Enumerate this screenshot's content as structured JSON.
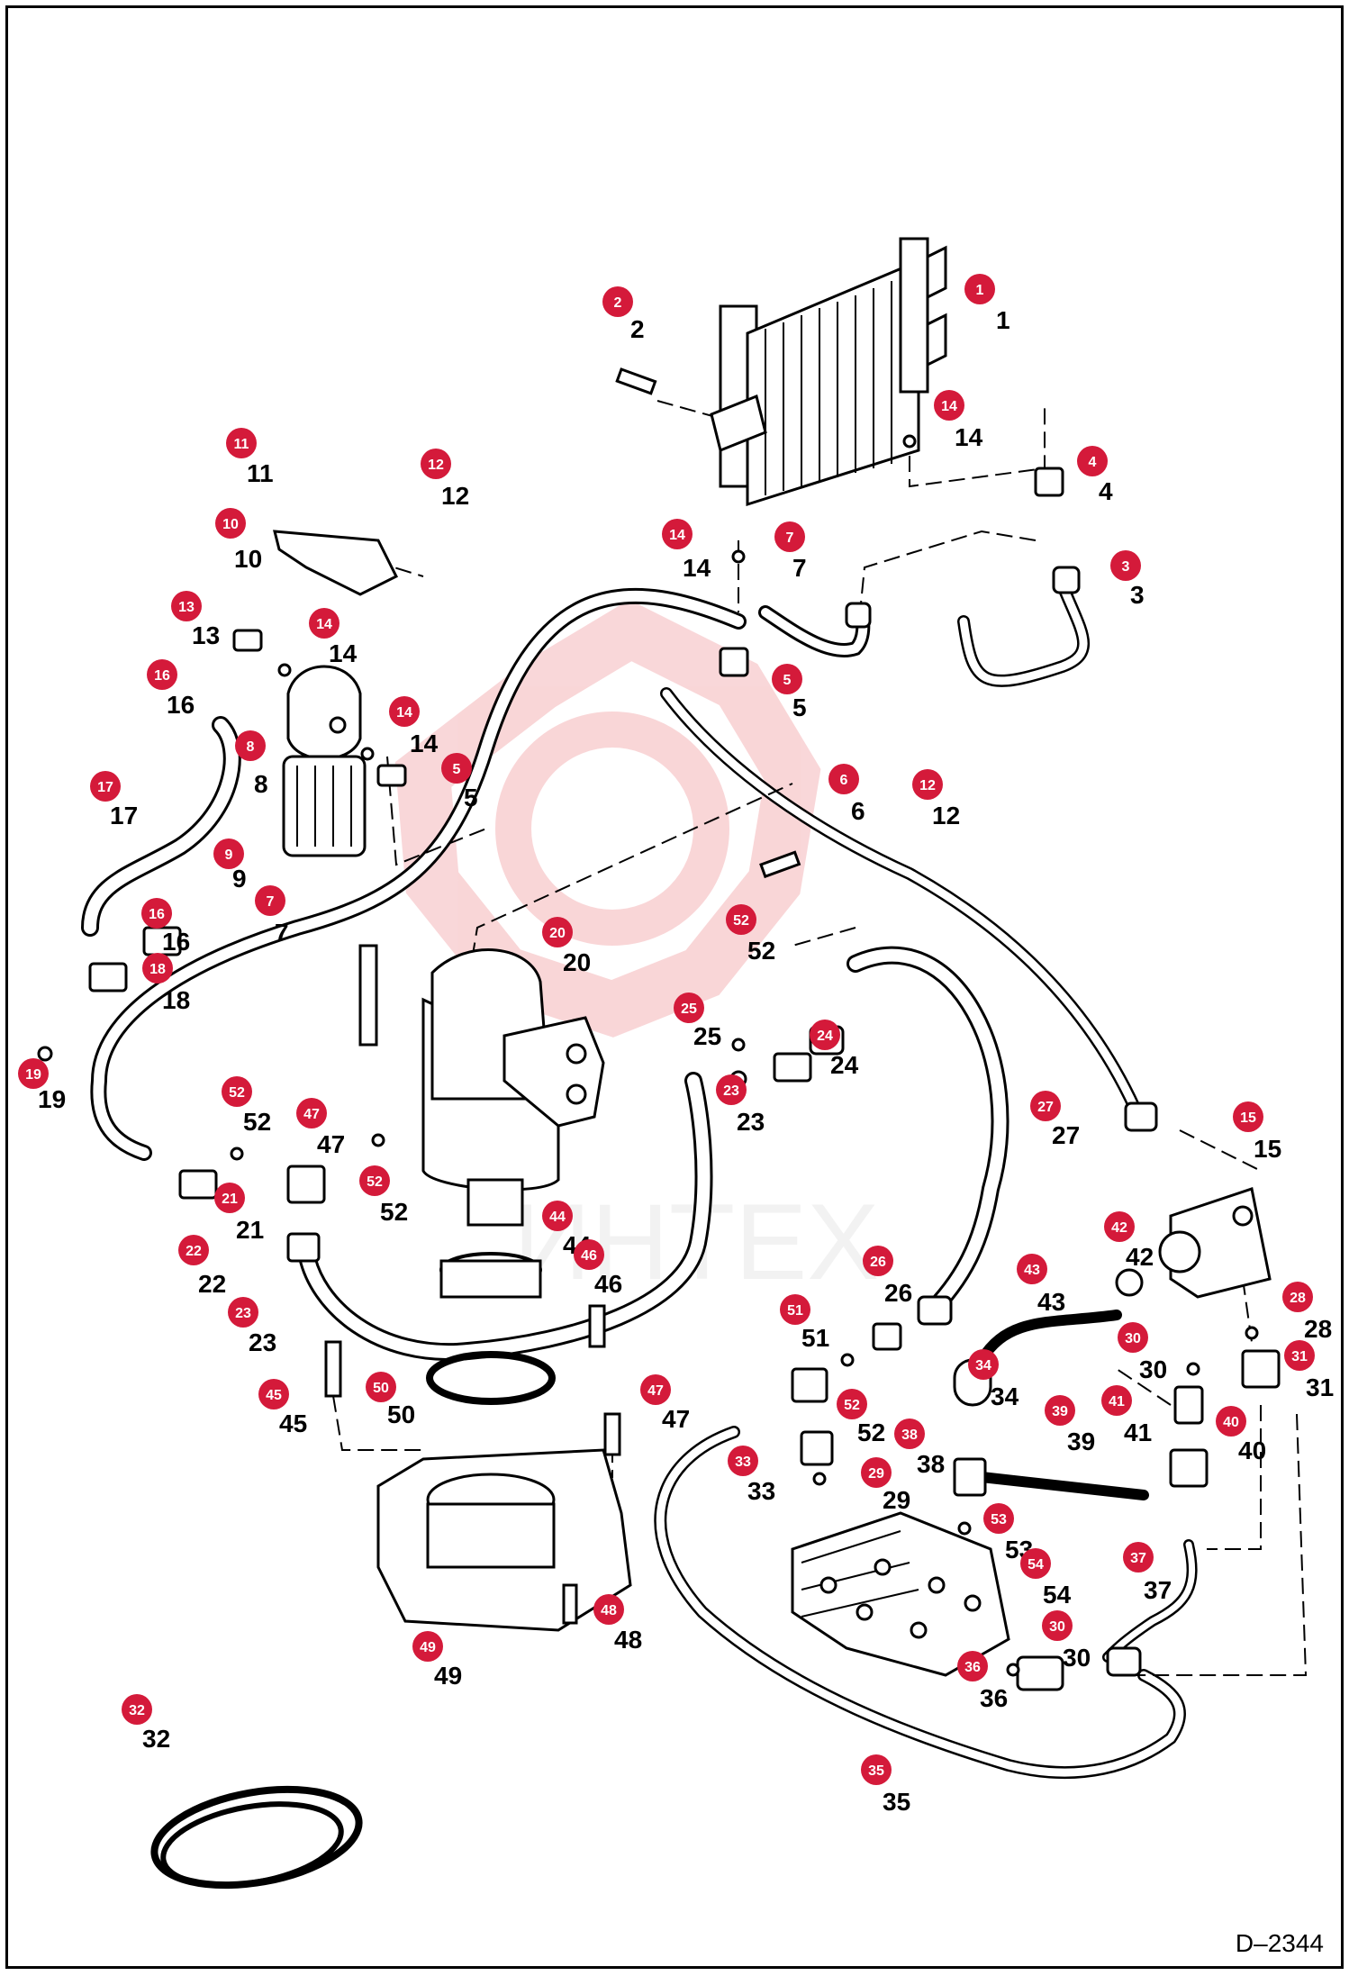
{
  "diagram": {
    "drawing_number": "D–2344",
    "callouts": [
      {
        "id": "1",
        "label": "1"
      },
      {
        "id": "2",
        "label": "2"
      },
      {
        "id": "3",
        "label": "3"
      },
      {
        "id": "4",
        "label": "4"
      },
      {
        "id": "5",
        "label": "5"
      },
      {
        "id": "6",
        "label": "6"
      },
      {
        "id": "7",
        "label": "7"
      },
      {
        "id": "8",
        "label": "8"
      },
      {
        "id": "9",
        "label": "9"
      },
      {
        "id": "10",
        "label": "10"
      },
      {
        "id": "11",
        "label": "11"
      },
      {
        "id": "12",
        "label": "12"
      },
      {
        "id": "13",
        "label": "13"
      },
      {
        "id": "14",
        "label": "14"
      },
      {
        "id": "15",
        "label": "15"
      },
      {
        "id": "16",
        "label": "16"
      },
      {
        "id": "17",
        "label": "17"
      },
      {
        "id": "18",
        "label": "18"
      },
      {
        "id": "19",
        "label": "19"
      },
      {
        "id": "20",
        "label": "20"
      },
      {
        "id": "21",
        "label": "21"
      },
      {
        "id": "22",
        "label": "22"
      },
      {
        "id": "23",
        "label": "23"
      },
      {
        "id": "24",
        "label": "24"
      },
      {
        "id": "25",
        "label": "25"
      },
      {
        "id": "26",
        "label": "26"
      },
      {
        "id": "27",
        "label": "27"
      },
      {
        "id": "28",
        "label": "28"
      },
      {
        "id": "29",
        "label": "29"
      },
      {
        "id": "30",
        "label": "30"
      },
      {
        "id": "31",
        "label": "31"
      },
      {
        "id": "32",
        "label": "32"
      },
      {
        "id": "33",
        "label": "33"
      },
      {
        "id": "34",
        "label": "34"
      },
      {
        "id": "35",
        "label": "35"
      },
      {
        "id": "36",
        "label": "36"
      },
      {
        "id": "37",
        "label": "37"
      },
      {
        "id": "38",
        "label": "38"
      },
      {
        "id": "39",
        "label": "39"
      },
      {
        "id": "40",
        "label": "40"
      },
      {
        "id": "41",
        "label": "41"
      },
      {
        "id": "42",
        "label": "42"
      },
      {
        "id": "43",
        "label": "43"
      },
      {
        "id": "44",
        "label": "44"
      },
      {
        "id": "45",
        "label": "45"
      },
      {
        "id": "46",
        "label": "46"
      },
      {
        "id": "47",
        "label": "47"
      },
      {
        "id": "48",
        "label": "48"
      },
      {
        "id": "49",
        "label": "49"
      },
      {
        "id": "50",
        "label": "50"
      },
      {
        "id": "51",
        "label": "51"
      },
      {
        "id": "52",
        "label": "52"
      },
      {
        "id": "53",
        "label": "53"
      },
      {
        "id": "54",
        "label": "54"
      }
    ],
    "badge_color": "#d41a3a",
    "watermark": "ИНТЕХ"
  }
}
